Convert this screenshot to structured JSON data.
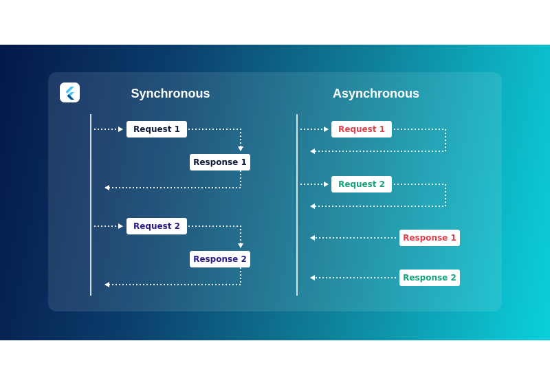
{
  "colors": {
    "banner_start": "#04184a",
    "banner_end": "#0bd0dc",
    "request_sync": "#101c3c",
    "request_sync_2": "#2a1c8a",
    "async_red": "#e2414c",
    "async_green": "#17a37e"
  },
  "logo_icon": "flutter-logo-icon",
  "synchronous": {
    "title": "Synchronous",
    "request_1": "Request 1",
    "response_1": "Response 1",
    "request_2": "Request 2",
    "response_2": "Response 2"
  },
  "asynchronous": {
    "title": "Asynchronous",
    "request_1": "Request 1",
    "request_2": "Request 2",
    "response_1": "Response 1",
    "response_2": "Response 2"
  }
}
